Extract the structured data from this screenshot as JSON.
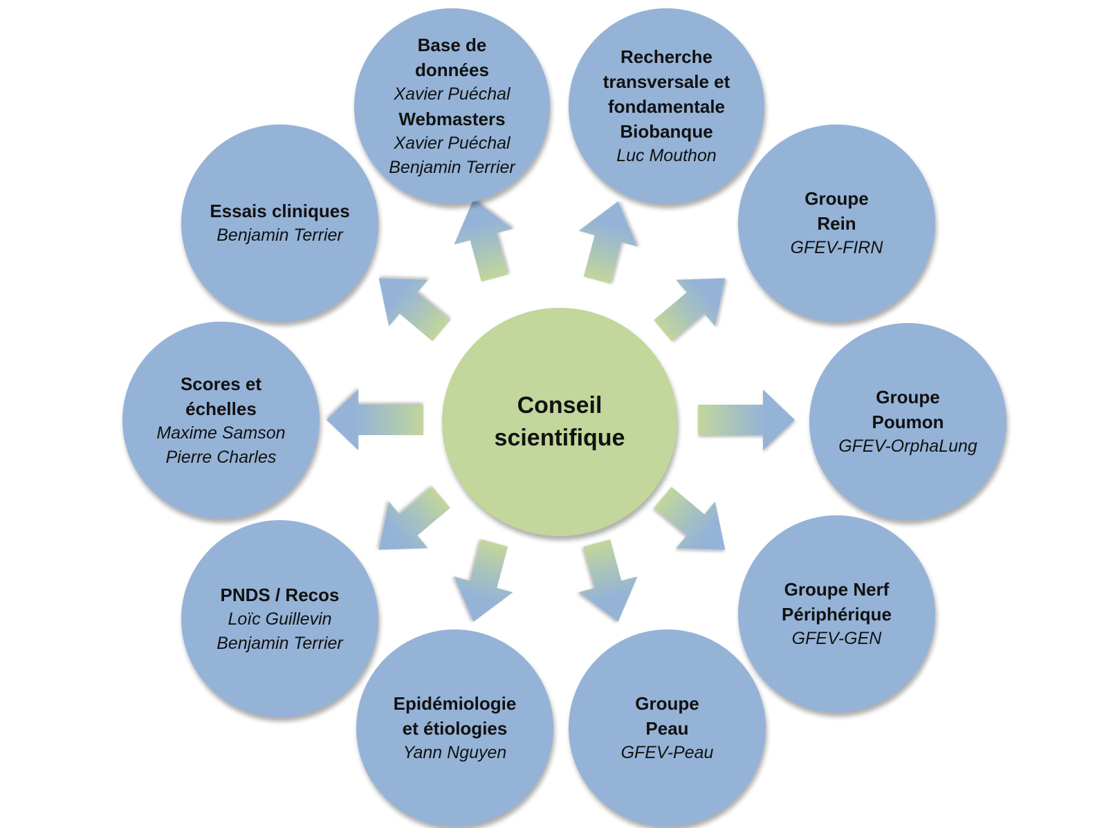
{
  "center": {
    "line1": "Conseil",
    "line2": "scientifique",
    "color": "#c3d69b"
  },
  "node_color": "#95b3d7",
  "nodes": [
    {
      "title1": "Base de",
      "title2": "données",
      "person1": "Xavier Puéchal",
      "title3": "Webmasters",
      "person2": "Xavier Puéchal",
      "person3": "Benjamin Terrier"
    },
    {
      "title1": "Recherche",
      "title2": "transversale et",
      "title3": "fondamentale",
      "title4": "Biobanque",
      "person1": "Luc Mouthon"
    },
    {
      "title1": "Groupe",
      "title2": "Rein",
      "person1": "GFEV-FIRN"
    },
    {
      "title1": "Groupe",
      "title2": "Poumon",
      "person1": "GFEV-OrphaLung"
    },
    {
      "title1": "Groupe Nerf",
      "title2": "Périphérique",
      "person1": "GFEV-GEN"
    },
    {
      "title1": "Groupe",
      "title2": "Peau",
      "person1": "GFEV-Peau"
    },
    {
      "title1": "Epidémiologie",
      "title2": "et étiologies",
      "person1": "Yann Nguyen"
    },
    {
      "title1": "PNDS / Recos",
      "person1": "Loïc Guillevin",
      "person2": "Benjamin Terrier"
    },
    {
      "title1": "Scores et",
      "title2": "échelles",
      "person1": "Maxime Samson",
      "person2": "Pierre Charles"
    },
    {
      "title1": "Essais cliniques",
      "person1": "Benjamin Terrier"
    }
  ]
}
